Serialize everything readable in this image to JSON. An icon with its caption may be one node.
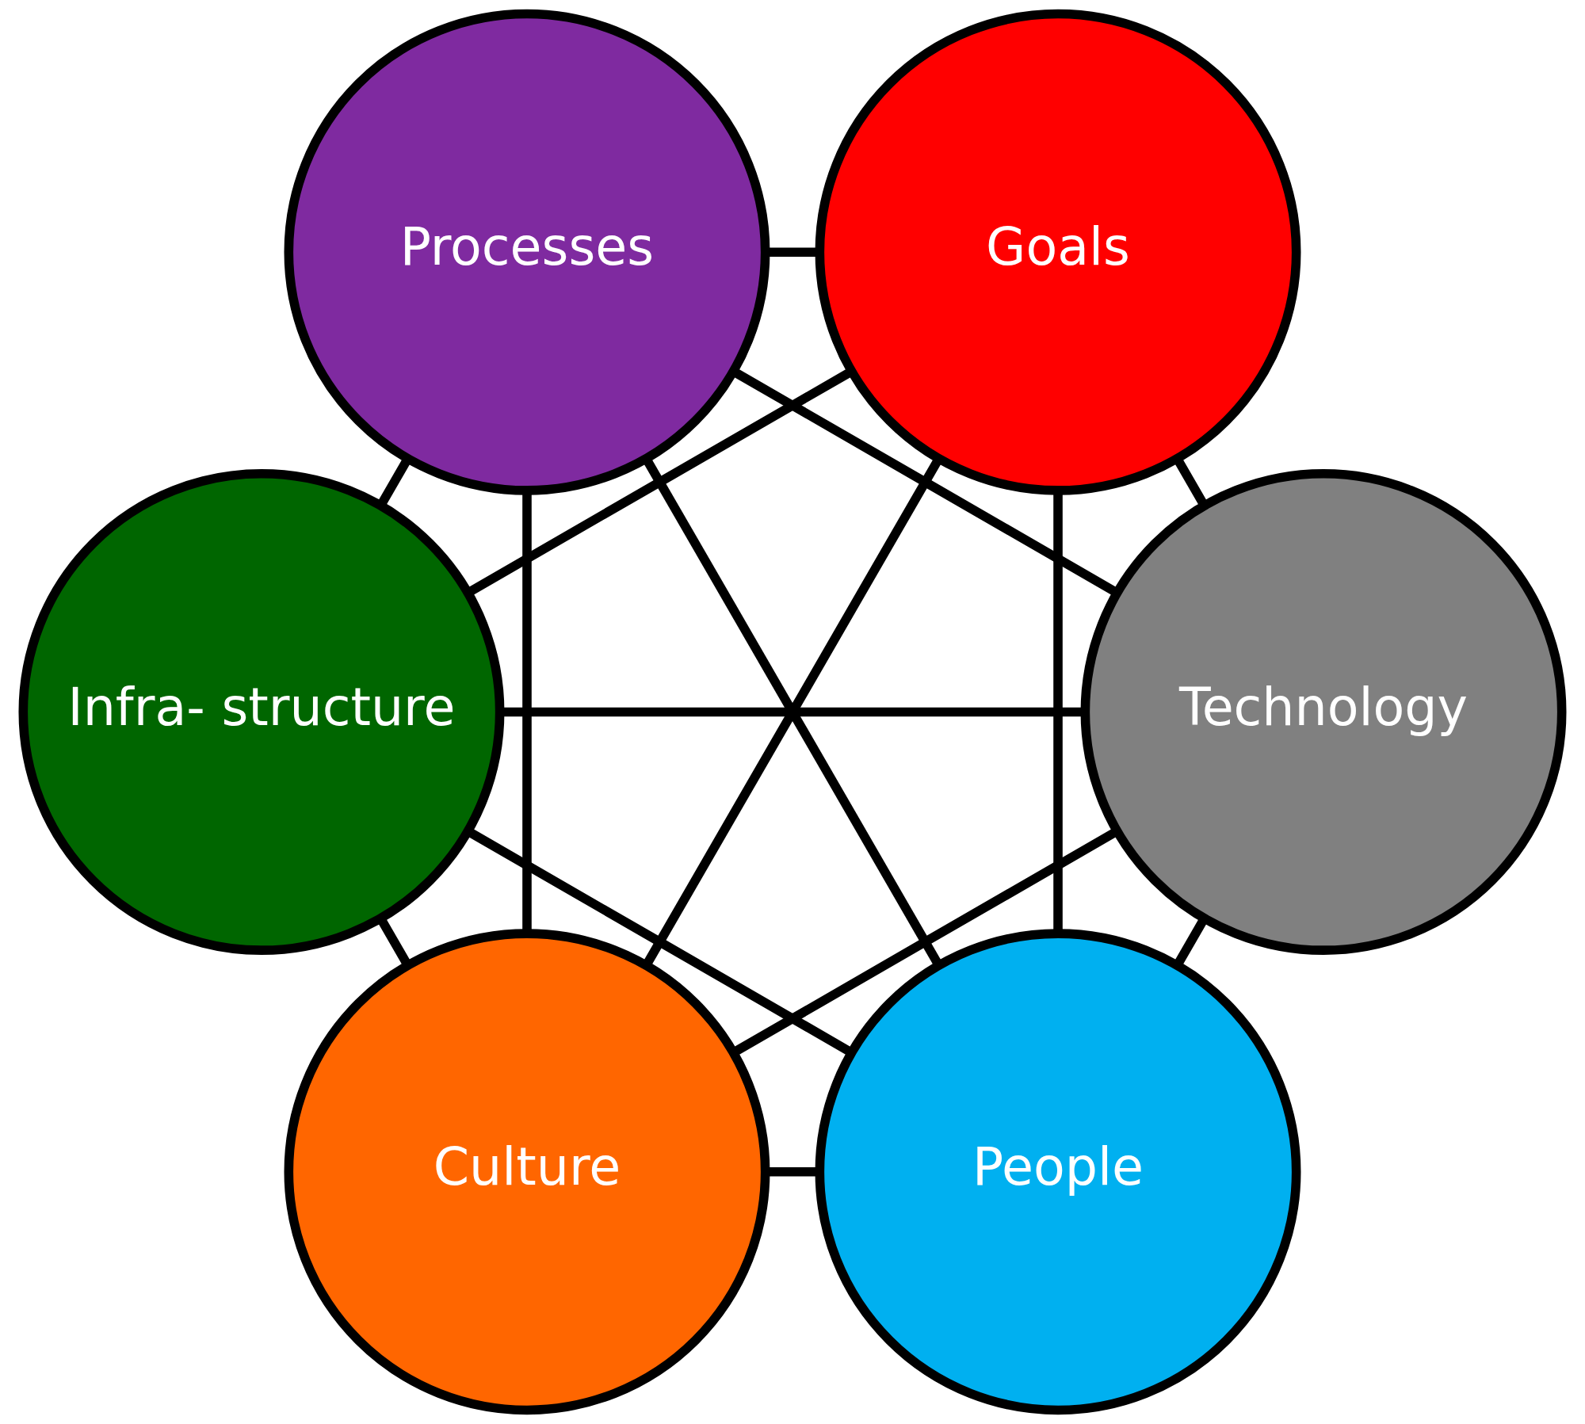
{
  "diagram": {
    "nodes": [
      {
        "text": [
          "People"
        ]
      },
      {
        "text": [
          "Technology"
        ]
      },
      {
        "text": [
          "Culture"
        ]
      },
      {
        "text": [
          "Infra- structure"
        ]
      },
      {
        "text": [
          "Goals"
        ]
      },
      {
        "text": [
          "Processes"
        ]
      }
    ],
    "edges": [
      {
        "from": 0,
        "to": 1,
        "arrow": "none"
      },
      {
        "from": 0,
        "to": 2,
        "arrow": "none"
      },
      {
        "from": 0,
        "to": 3,
        "arrow": "none"
      },
      {
        "from": 0,
        "to": 4,
        "arrow": "none"
      },
      {
        "from": 0,
        "to": 5,
        "arrow": "none"
      },
      {
        "from": 1,
        "to": 2,
        "arrow": "none"
      },
      {
        "from": 1,
        "to": 3,
        "arrow": "none"
      },
      {
        "from": 1,
        "to": 4,
        "arrow": "none"
      },
      {
        "from": 1,
        "to": 5,
        "arrow": "none"
      },
      {
        "from": 2,
        "to": 3,
        "arrow": "none"
      },
      {
        "from": 2,
        "to": 4,
        "arrow": "none"
      },
      {
        "from": 2,
        "to": 5,
        "arrow": "none"
      },
      {
        "from": 3,
        "to": 4,
        "arrow": "none"
      },
      {
        "from": 3,
        "to": 5,
        "arrow": "none"
      },
      {
        "from": 4,
        "to": 5,
        "arrow": "none"
      }
    ]
  }
}
